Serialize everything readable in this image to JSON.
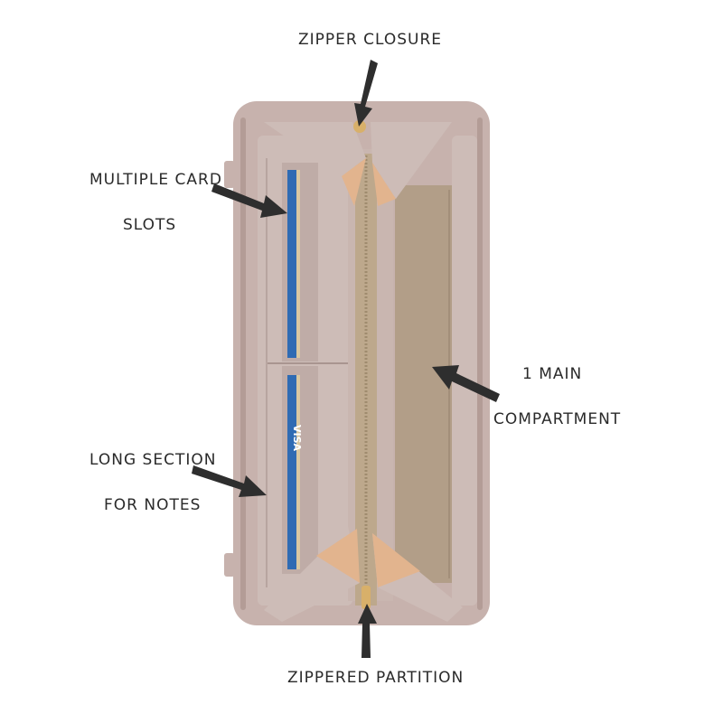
{
  "callouts": {
    "zipper_closure": "ZIPPER CLOSURE",
    "card_slots_line1": "MULTIPLE CARD",
    "card_slots_line2": "SLOTS",
    "main_compartment_line1": "1 MAIN",
    "main_compartment_line2": "COMPARTMENT",
    "notes_line1": "LONG SECTION",
    "notes_line2": "FOR NOTES",
    "zippered_partition": "ZIPPERED PARTITION"
  },
  "card_logo": "VISA",
  "colors": {
    "wallet_outer": "#c7b2ad",
    "wallet_inner": "#cbb9b4",
    "lining": "#b29e88",
    "zipper_tape": "#bda88c",
    "tan_accent": "#e2b48e",
    "card_blue": "#2f6bb3",
    "arrow": "#2e2e2e"
  }
}
